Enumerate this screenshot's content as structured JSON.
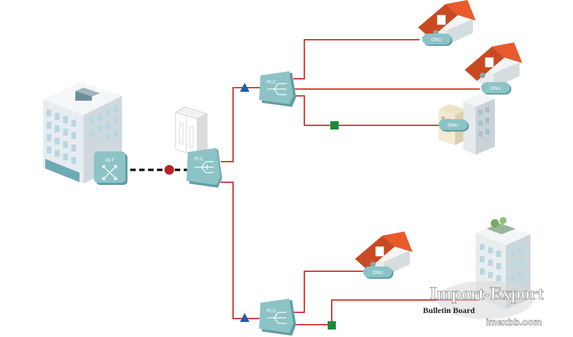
{
  "labels": {
    "olt": "OLT",
    "plc": "PLC",
    "onu": "ONU"
  },
  "watermark": {
    "title": "Import-Export",
    "subtitle": "Bulletin Board",
    "site": "imexbb.com"
  },
  "colors": {
    "fiber": "#d63a3a",
    "device": "#8cc3c6",
    "device_dark": "#5f9ea3",
    "roof": "#e85a2a",
    "building": "#eef2f4",
    "window": "#b9d7e3",
    "connector_red": "#b5242a",
    "marker_triangle": "#1f5fa8",
    "marker_square": "#1a8a3a"
  }
}
